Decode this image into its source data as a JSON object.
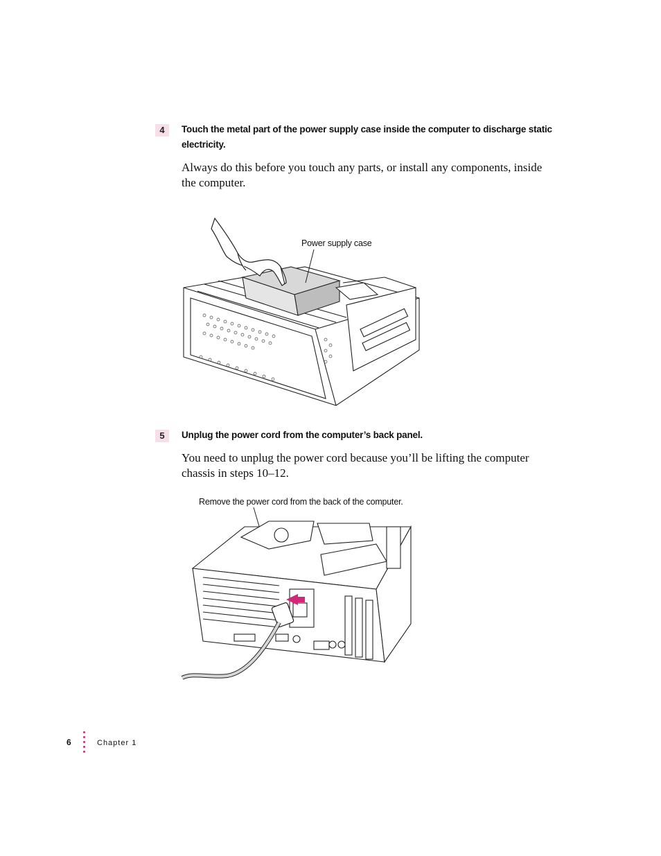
{
  "steps": [
    {
      "number": "4",
      "heading": "Touch the metal part of the power supply case inside the computer to discharge static electricity.",
      "body": "Always do this before you touch any parts, or install any components, inside the computer.",
      "callout": "Power supply case"
    },
    {
      "number": "5",
      "heading": "Unplug the power cord from the computer’s back panel.",
      "body": "You need to unplug the power cord because you’ll be lifting the computer chassis in steps 10–12.",
      "callout": "Remove the power cord from the back of the computer."
    }
  ],
  "footer": {
    "page_number": "6",
    "chapter": "Chapter 1"
  },
  "colors": {
    "accent": "#d4267a",
    "step_number_bg": "#f6dfe8"
  }
}
